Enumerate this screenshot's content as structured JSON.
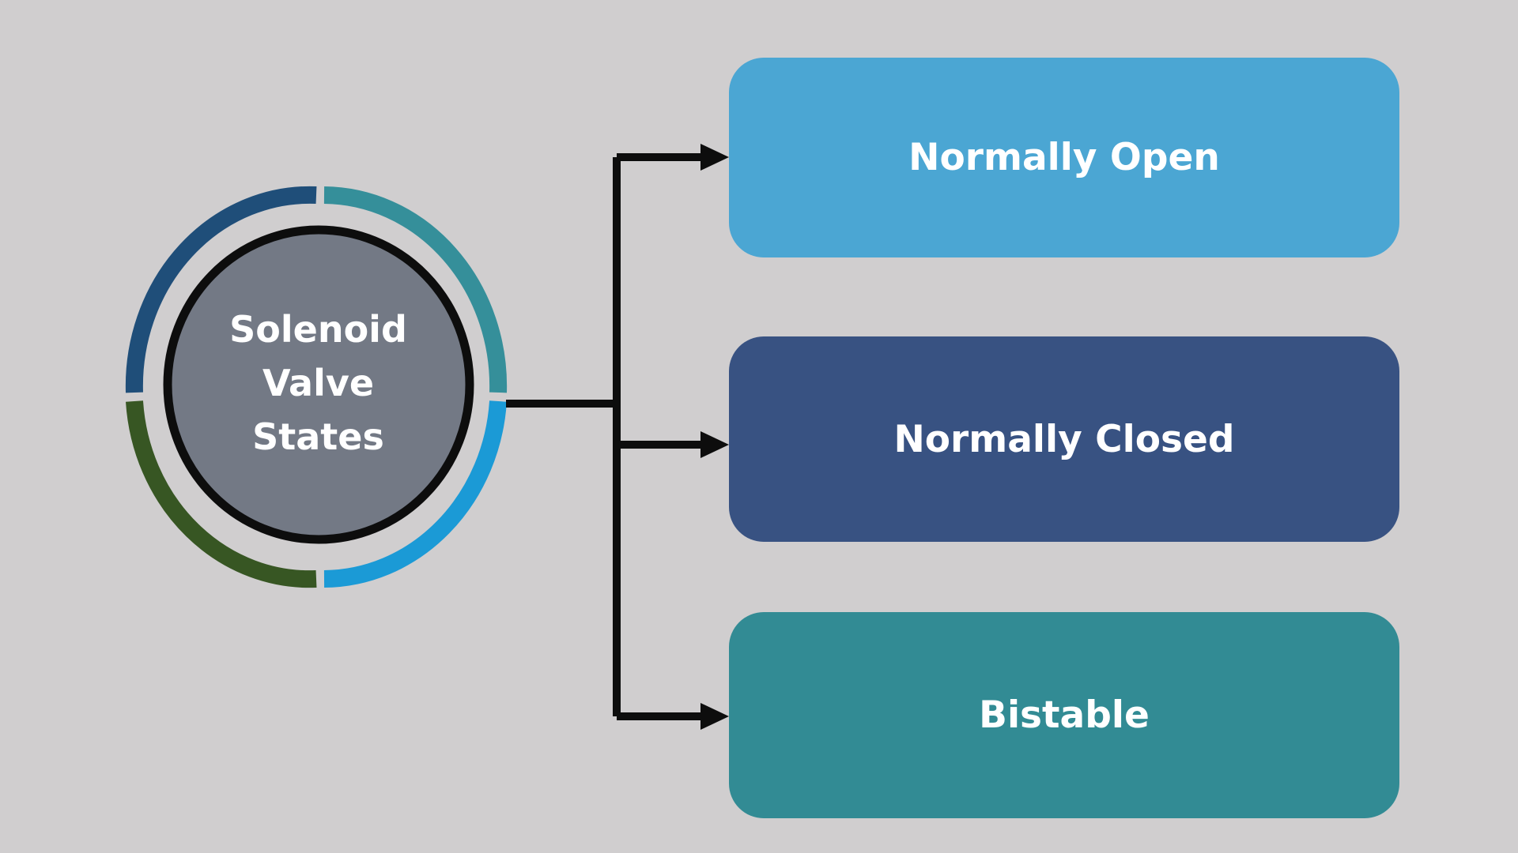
{
  "center": {
    "lines": [
      "Solenoid",
      "Valve",
      "States"
    ],
    "fill_color": "#737985",
    "ring_colors": [
      "#1f4e79",
      "#358f9a",
      "#1b9ad6",
      "#375623"
    ]
  },
  "states": [
    {
      "label": "Normally Open",
      "color": "#4ba6d3"
    },
    {
      "label": "Normally Closed",
      "color": "#385282"
    },
    {
      "label": "Bistable",
      "color": "#328b94"
    }
  ],
  "connector_color": "#0d0d0d"
}
